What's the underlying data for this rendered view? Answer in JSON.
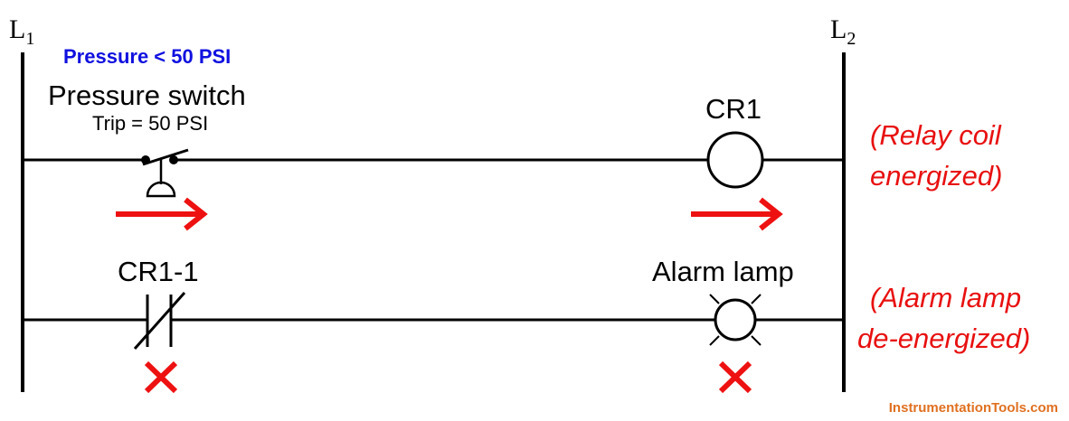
{
  "rails": {
    "left": {
      "letter": "L",
      "subscript": "1"
    },
    "right": {
      "letter": "L",
      "subscript": "2"
    }
  },
  "rung1": {
    "condition": "Pressure < 50 PSI",
    "switch_label": "Pressure switch",
    "switch_trip": "Trip = 50 PSI",
    "coil_label": "CR1",
    "status": [
      "(Relay coil",
      "energized)"
    ]
  },
  "rung2": {
    "contact_label": "CR1-1",
    "lamp_label": "Alarm lamp",
    "status": [
      "(Alarm lamp",
      "de-energized)"
    ]
  },
  "watermark": "InstrumentationTools.com",
  "colors": {
    "wire": "#000000",
    "condition_text": "#1010e0",
    "status_text": "#e81010",
    "current_arrow": "#ee1111",
    "no_current_mark": "#ee1111",
    "watermark": "#e07020"
  }
}
